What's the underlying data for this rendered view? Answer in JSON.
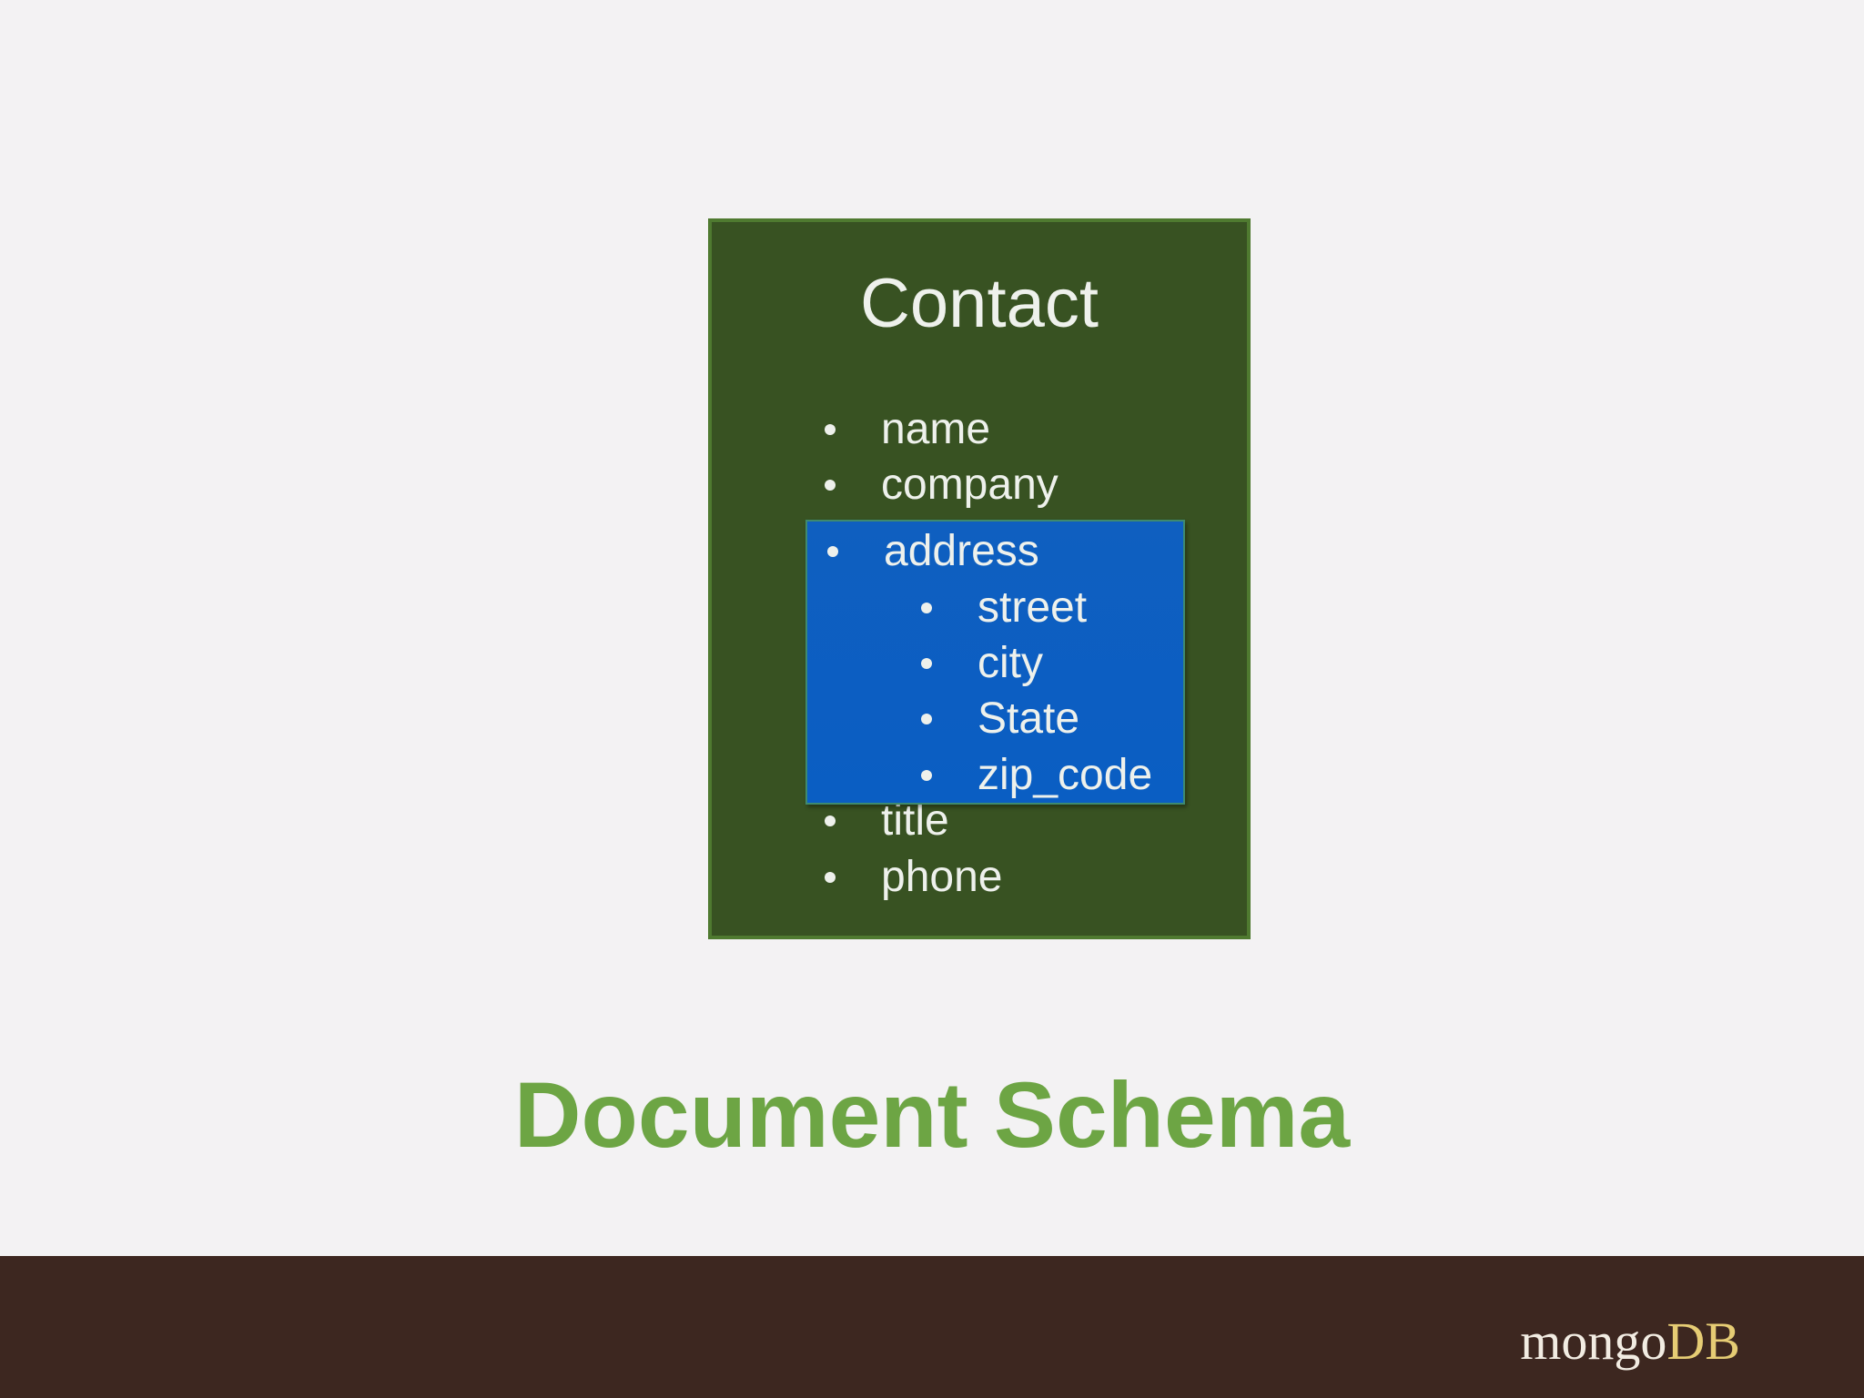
{
  "diagram": {
    "contact": {
      "title": "Contact",
      "fields": [
        "name",
        "company",
        "title",
        "phone"
      ]
    },
    "address": {
      "label": "address",
      "subfields": [
        "street",
        "city",
        "State",
        "zip_code"
      ]
    }
  },
  "slide": {
    "title": "Document Schema"
  },
  "footer": {
    "logo_part1": "mongo",
    "logo_part2": "DB"
  },
  "colors": {
    "background": "#f3f2f3",
    "contact_box": "#385222",
    "address_box": "#0a5ec3",
    "title_green": "#6da544",
    "footer": "#3d2720",
    "logo_db": "#e6cc74"
  }
}
